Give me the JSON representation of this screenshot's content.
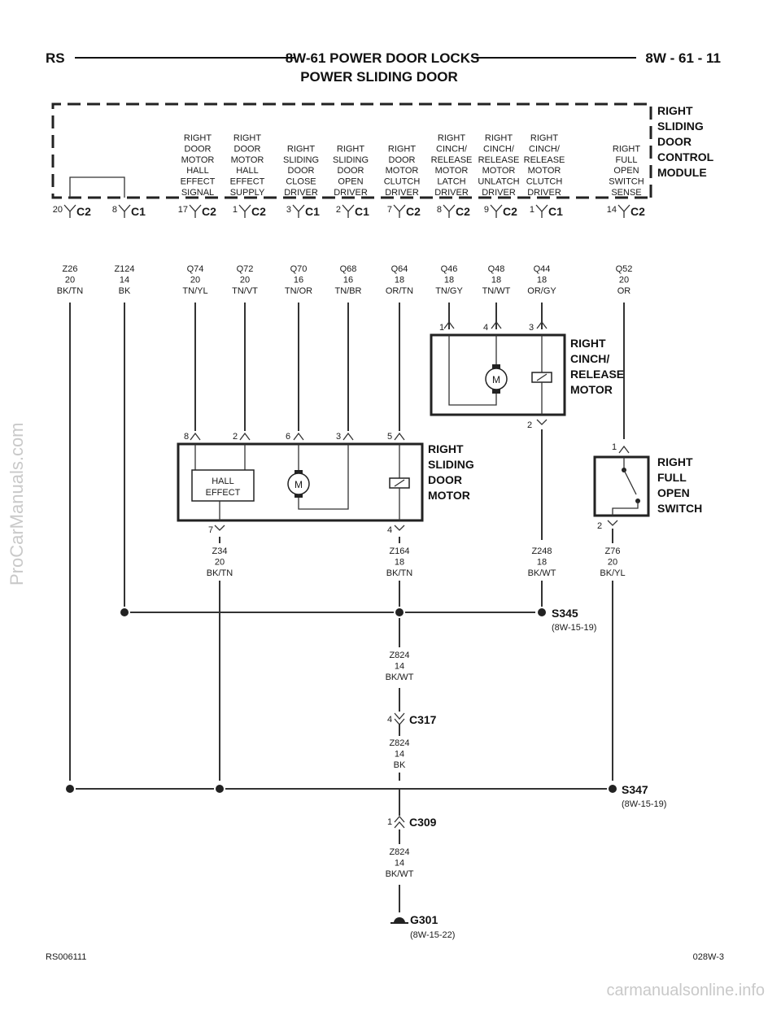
{
  "header": {
    "left": "RS",
    "title_line1": "8W-61 POWER DOOR LOCKS",
    "title_line2": "POWER SLIDING DOOR",
    "right": "8W - 61 - 11"
  },
  "module": {
    "name": [
      "RIGHT",
      "SLIDING",
      "DOOR",
      "CONTROL",
      "MODULE"
    ]
  },
  "circuits": [
    {
      "label": [],
      "pin": "20",
      "conn": "C2",
      "wire": [
        "Z26",
        "20",
        "BK/TN"
      ]
    },
    {
      "label": [],
      "pin": "8",
      "conn": "C1",
      "wire": [
        "Z124",
        "14",
        "BK"
      ]
    },
    {
      "label": [
        "RIGHT",
        "DOOR",
        "MOTOR",
        "HALL",
        "EFFECT",
        "SIGNAL"
      ],
      "pin": "17",
      "conn": "C2",
      "wire": [
        "Q74",
        "20",
        "TN/YL"
      ]
    },
    {
      "label": [
        "RIGHT",
        "DOOR",
        "MOTOR",
        "HALL",
        "EFFECT",
        "SUPPLY"
      ],
      "pin": "1",
      "conn": "C2",
      "wire": [
        "Q72",
        "20",
        "TN/VT"
      ]
    },
    {
      "label": [
        "RIGHT",
        "SLIDING",
        "DOOR",
        "CLOSE",
        "DRIVER"
      ],
      "pin": "3",
      "conn": "C1",
      "wire": [
        "Q70",
        "16",
        "TN/OR"
      ]
    },
    {
      "label": [
        "RIGHT",
        "SLIDING",
        "DOOR",
        "OPEN",
        "DRIVER"
      ],
      "pin": "2",
      "conn": "C1",
      "wire": [
        "Q68",
        "16",
        "TN/BR"
      ]
    },
    {
      "label": [
        "RIGHT",
        "DOOR",
        "MOTOR",
        "CLUTCH",
        "DRIVER"
      ],
      "pin": "7",
      "conn": "C2",
      "wire": [
        "Q64",
        "18",
        "OR/TN"
      ]
    },
    {
      "label": [
        "RIGHT",
        "CINCH/",
        "RELEASE",
        "MOTOR",
        "LATCH",
        "DRIVER"
      ],
      "pin": "8",
      "conn": "C2",
      "wire": [
        "Q46",
        "18",
        "TN/GY"
      ]
    },
    {
      "label": [
        "RIGHT",
        "CINCH/",
        "RELEASE",
        "MOTOR",
        "UNLATCH",
        "DRIVER"
      ],
      "pin": "9",
      "conn": "C2",
      "wire": [
        "Q48",
        "18",
        "TN/WT"
      ]
    },
    {
      "label": [
        "RIGHT",
        "CINCH/",
        "RELEASE",
        "MOTOR",
        "CLUTCH",
        "DRIVER"
      ],
      "pin": "1",
      "conn": "C1",
      "wire": [
        "Q44",
        "18",
        "OR/GY"
      ]
    },
    {
      "label": [
        "RIGHT",
        "FULL",
        "OPEN",
        "SWITCH",
        "SENSE"
      ],
      "pin": "14",
      "conn": "C2",
      "wire": [
        "Q52",
        "20",
        "OR"
      ]
    }
  ],
  "cinch_motor": {
    "name": [
      "RIGHT",
      "CINCH/",
      "RELEASE",
      "MOTOR"
    ],
    "pins_top": [
      "1",
      "4",
      "3"
    ],
    "pin_bottom": "2",
    "motor_symbol": "M"
  },
  "sliding_motor": {
    "name": [
      "RIGHT",
      "SLIDING",
      "DOOR",
      "MOTOR"
    ],
    "pins_top": [
      "8",
      "2",
      "6",
      "3",
      "5"
    ],
    "pins_bottom": [
      "7",
      "4"
    ],
    "hall_label": [
      "HALL",
      "EFFECT"
    ],
    "motor_symbol": "M"
  },
  "full_open_switch": {
    "name": [
      "RIGHT",
      "FULL",
      "OPEN",
      "SWITCH"
    ],
    "pin_top": "1",
    "pin_bottom": "2"
  },
  "lower_wires": {
    "z34": [
      "Z34",
      "20",
      "BK/TN"
    ],
    "z164": [
      "Z164",
      "18",
      "BK/TN"
    ],
    "z248": [
      "Z248",
      "18",
      "BK/WT"
    ],
    "z76": [
      "Z76",
      "20",
      "BK/YL"
    ],
    "z824_a": [
      "Z824",
      "14",
      "BK/WT"
    ],
    "z824_b": [
      "Z824",
      "14",
      "BK"
    ],
    "z824_c": [
      "Z824",
      "14",
      "BK/WT"
    ]
  },
  "splices": {
    "s345": {
      "name": "S345",
      "ref": "(8W-15-19)"
    },
    "s347": {
      "name": "S347",
      "ref": "(8W-15-19)"
    }
  },
  "connectors": {
    "c317": {
      "name": "C317",
      "pin": "4"
    },
    "c309": {
      "name": "C309",
      "pin": "1"
    }
  },
  "ground": {
    "name": "G301",
    "ref": "(8W-15-22)"
  },
  "footer": {
    "left": "RS006111",
    "right": "028W-3"
  },
  "watermarks": {
    "side": "ProCarManuals.com",
    "bottom": "carmanualsonline.info"
  }
}
